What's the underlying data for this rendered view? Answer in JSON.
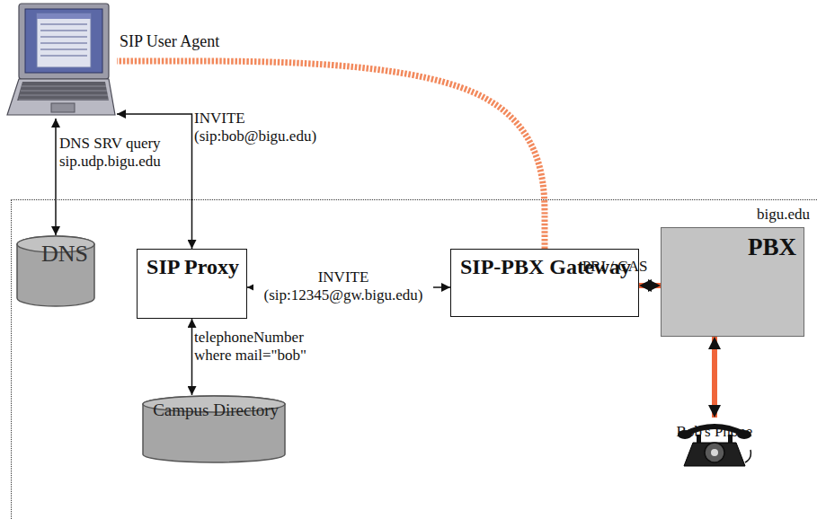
{
  "diagram": {
    "nodes": [
      {
        "text": [
          "SIP User Agent"
        ]
      },
      {
        "text": [
          "bigu.edu"
        ]
      },
      {
        "text": [
          "DNS"
        ],
        "in": 1
      },
      {
        "text": [
          "SIP Proxy"
        ],
        "in": 1
      },
      {
        "text": [
          "SIP-PBX Gateway"
        ],
        "in": 1
      },
      {
        "text": [
          "PBX"
        ],
        "in": 1
      },
      {
        "text": [
          "Campus Directory"
        ],
        "in": 1
      },
      {
        "text": [
          "Bob's Phone"
        ],
        "in": 1
      }
    ],
    "edges": [
      {
        "from": 0,
        "to": 2,
        "label": "DNS SRV query sip.udp.bigu.edu",
        "arrow": "both"
      },
      {
        "from": 0,
        "to": 3,
        "label": "INVITE (sip:bob@bigu.edu)",
        "arrow": "both"
      },
      {
        "from": 3,
        "to": 4,
        "label": "INVITE (sip:12345@gw.bigu.edu)",
        "arrow": "both"
      },
      {
        "from": 4,
        "to": 5,
        "label": "PRI / CAS",
        "arrow": "both"
      },
      {
        "from": 5,
        "to": 7,
        "arrow": "both"
      },
      {
        "from": 3,
        "to": 6,
        "label": "telephoneNumber where mail=\"bob\"",
        "arrow": "both"
      },
      {
        "from": 4,
        "to": 0,
        "arrow": "none"
      }
    ]
  }
}
